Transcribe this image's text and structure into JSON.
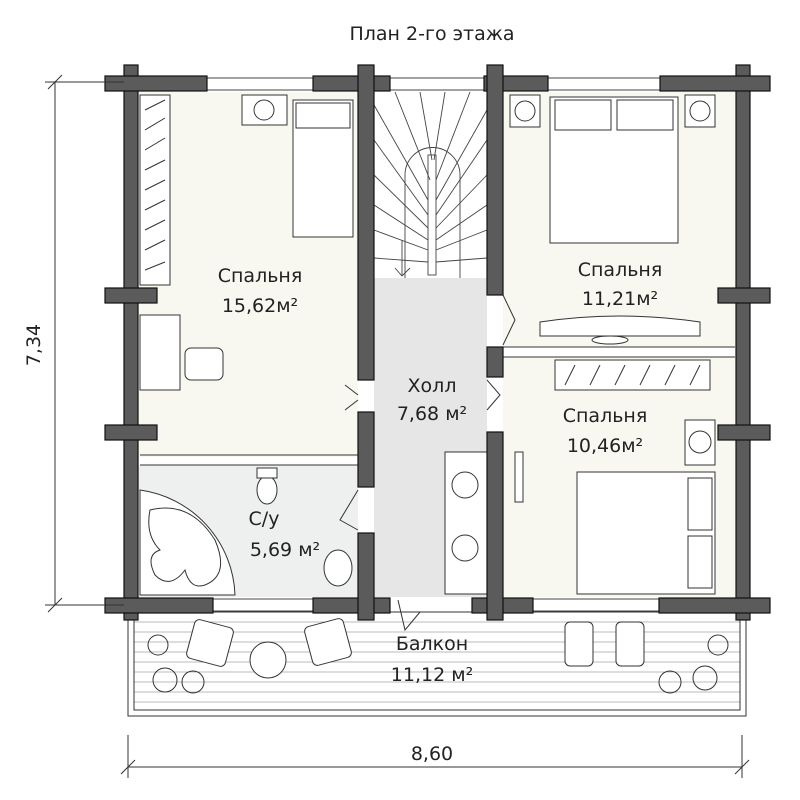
{
  "title": "План 2-го этажа",
  "dimensions": {
    "height": "7,34",
    "width": "8,60"
  },
  "rooms": [
    {
      "name": "Спальня",
      "area": "15,62м²"
    },
    {
      "name": "Спальня",
      "area": "11,21м²"
    },
    {
      "name": "Холл",
      "area": "7,68 м²"
    },
    {
      "name": "Спальня",
      "area": "10,46м²"
    },
    {
      "name": "С/у",
      "area": "5,69 м²"
    },
    {
      "name": "Балкон",
      "area": "11,12 м²"
    }
  ],
  "colors": {
    "wall": "#5b5b5b",
    "room": "#f8f8f0",
    "hall": "#e6e6e6",
    "bath": "#eef0f0"
  }
}
